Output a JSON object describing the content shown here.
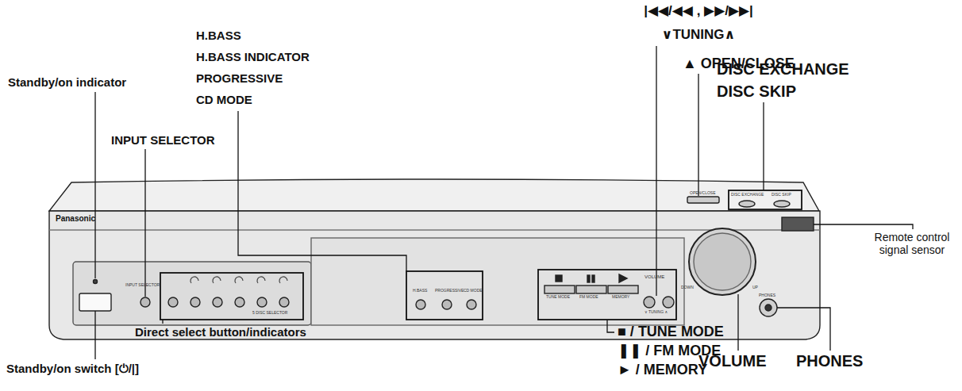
{
  "diagram": {
    "labels": [
      "Standby/on indicator",
      "INPUT SELECTOR",
      "H.BASS",
      "H.BASS INDICATOR",
      "PROGRESSIVE",
      "CD MODE",
      "|◀◀/◀◀ , ▶▶/▶▶|",
      "∨TUNING∧",
      "▲ OPEN/CLOSE",
      "DISC EXCHANGE",
      "DISC SKIP",
      "Direct select button/indicators",
      "Standby/on switch [⏻/|]",
      "■ / TUNE MODE",
      "❚❚ / FM MODE",
      "► / MEMORY",
      "VOLUME",
      "PHONES",
      "Remote control signal sensor",
      "Panasonic",
      "INPUT SELECTOR",
      "5 DISC SELECTOR",
      "H.BASS",
      "PROGRESSIVE",
      "CD MODE",
      "TUNE MODE",
      "FM MODE",
      "MEMORY",
      "VOLUME",
      "∨ TUNING ∧",
      "DOWN",
      "UP",
      "PHONES",
      "OPEN/CLOSE",
      "DISC EXCHANGE",
      "DISC SKIP"
    ]
  }
}
